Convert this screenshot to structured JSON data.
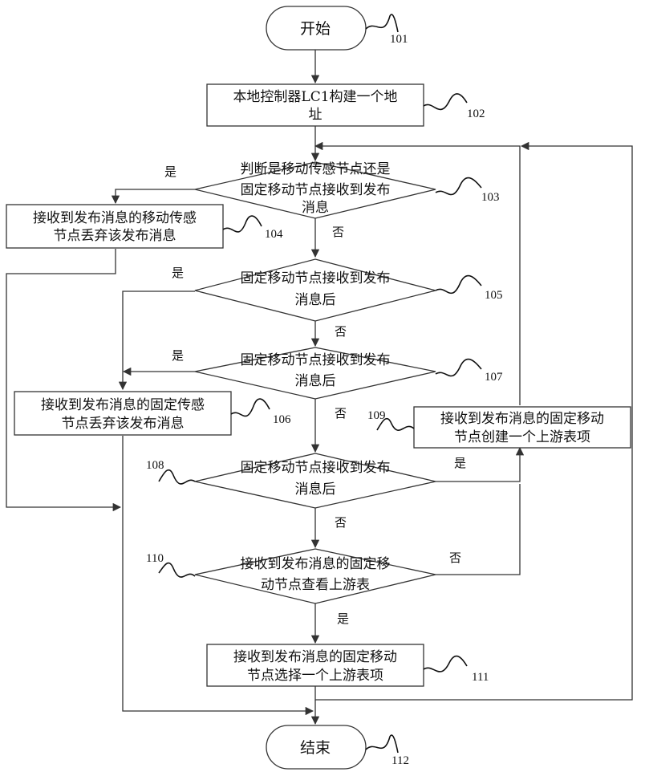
{
  "nodes": {
    "n101": {
      "lines": [
        "开始"
      ],
      "label": "101"
    },
    "n102": {
      "lines": [
        "本地控制器LC1构建一个地",
        "址"
      ],
      "label": "102"
    },
    "n103": {
      "lines": [
        "判断是移动传感节点还是",
        "固定移动节点接收到发布",
        "消息"
      ],
      "label": "103"
    },
    "n104": {
      "lines": [
        "接收到发布消息的移动传感",
        "节点丢弃该发布消息"
      ],
      "label": "104"
    },
    "n105": {
      "lines": [
        "固定移动节点接收到发布",
        "消息后"
      ],
      "label": "105"
    },
    "n106": {
      "lines": [
        "接收到发布消息的固定传感",
        "节点丢弃该发布消息"
      ],
      "label": "106"
    },
    "n107": {
      "lines": [
        "固定移动节点接收到发布",
        "消息后"
      ],
      "label": "107"
    },
    "n108": {
      "lines": [
        "固定移动节点接收到发布",
        "消息后"
      ],
      "label": "108"
    },
    "n109": {
      "lines": [
        "接收到发布消息的固定移动",
        "节点创建一个上游表项"
      ],
      "label": "109"
    },
    "n110": {
      "lines": [
        "接收到发布消息的固定移",
        "动节点查看上游表"
      ],
      "label": "110"
    },
    "n111": {
      "lines": [
        "接收到发布消息的固定移动",
        "节点选择一个上游表项"
      ],
      "label": "111"
    },
    "n112": {
      "lines": [
        "结束"
      ],
      "label": "112"
    }
  },
  "edges": {
    "yes": "是",
    "no": "否"
  }
}
